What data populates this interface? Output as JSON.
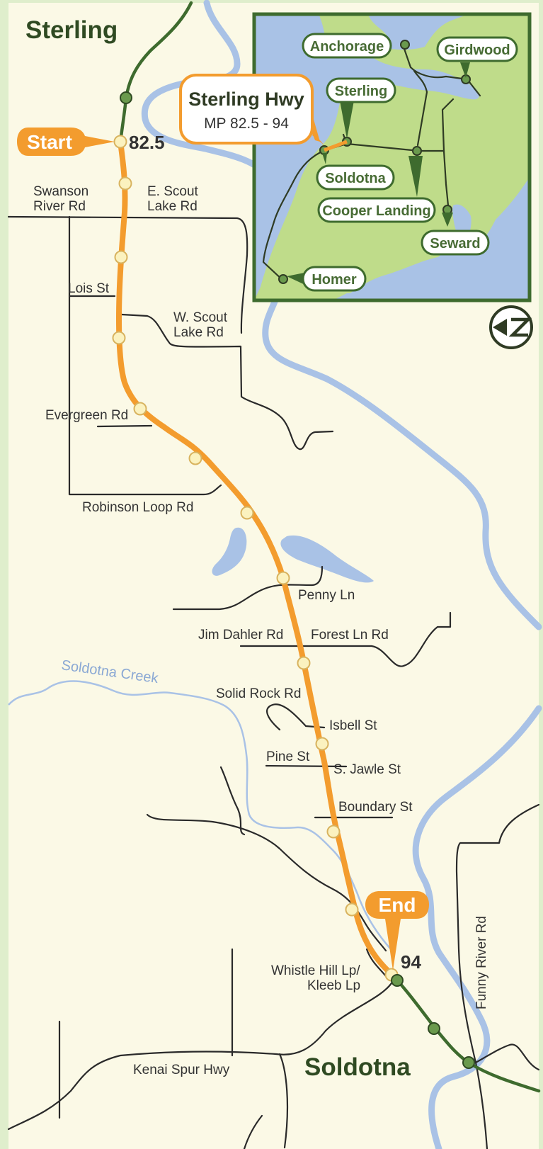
{
  "cities": {
    "north": "Sterling",
    "south": "Soldotna"
  },
  "markers": {
    "start": "Start",
    "end": "End",
    "start_mp": "82.5",
    "end_mp": "94"
  },
  "callout": {
    "title": "Sterling Hwy",
    "subtitle": "MP 82.5 - 94"
  },
  "inset_places": [
    "Anchorage",
    "Girdwood",
    "Sterling",
    "Soldotna",
    "Cooper Landing",
    "Seward",
    "Homer"
  ],
  "streets": {
    "swanson_1": "Swanson",
    "swanson_2": "River Rd",
    "escout_1": "E. Scout",
    "escout_2": "Lake Rd",
    "lois": "Lois St",
    "wscout_1": "W. Scout",
    "wscout_2": "Lake Rd",
    "evergreen": "Evergreen Rd",
    "robinson": "Robinson Loop Rd",
    "penny": "Penny Ln",
    "jim_dahler": "Jim Dahler Rd",
    "forest": "Forest Ln Rd",
    "solid_rock": "Solid Rock Rd",
    "isbell": "Isbell St",
    "pine": "Pine St",
    "jawle": "S. Jawle St",
    "boundary": "Boundary St",
    "whistle_1": "Whistle Hill Lp/",
    "whistle_2": "Kleeb Lp",
    "kenai": "Kenai Spur Hwy",
    "funny_river": "Funny River Rd"
  },
  "water": {
    "creek": "Soldotna Creek"
  },
  "icons": {
    "north_arrow": "north-arrow-icon"
  },
  "colors": {
    "route": "#f39c2e",
    "highway": "#3e6b2e",
    "water": "#a9c2e6",
    "land": "#fbf9e6",
    "inset_land": "#bfdc8a",
    "border": "#dfeecc"
  }
}
